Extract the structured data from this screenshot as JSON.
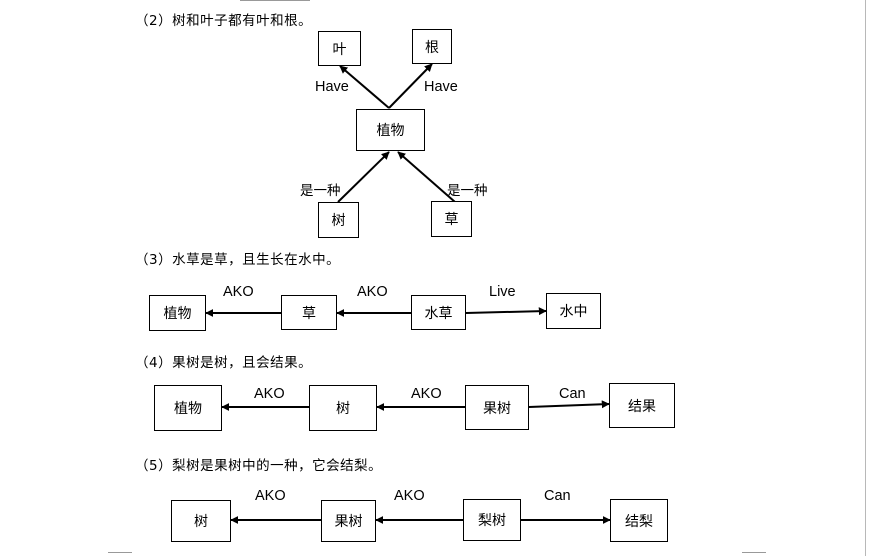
{
  "headings": {
    "h2": "（2）树和叶子都有叶和根。",
    "h3": "（3）水草是草，且生长在水中。",
    "h4": "（4）果树是树，且会结果。",
    "h5": "（5）梨树是果树中的一种，它会结梨。"
  },
  "d2": {
    "leaf": "叶",
    "root": "根",
    "plant": "植物",
    "tree": "树",
    "grass": "草",
    "have_left": "Have",
    "have_right": "Have",
    "isa_left": "是一种",
    "isa_right": "是一种"
  },
  "d3": {
    "plant": "植物",
    "grass": "草",
    "waterweed": "水草",
    "inwater": "水中",
    "ako1": "AKO",
    "ako2": "AKO",
    "live": "Live"
  },
  "d4": {
    "plant": "植物",
    "tree": "树",
    "fruittree": "果树",
    "bearfruit": "结果",
    "ako1": "AKO",
    "ako2": "AKO",
    "can": "Can"
  },
  "d5": {
    "tree": "树",
    "fruittree": "果树",
    "peartree": "梨树",
    "bearpear": "结梨",
    "ako1": "AKO",
    "ako2": "AKO",
    "can": "Can"
  }
}
